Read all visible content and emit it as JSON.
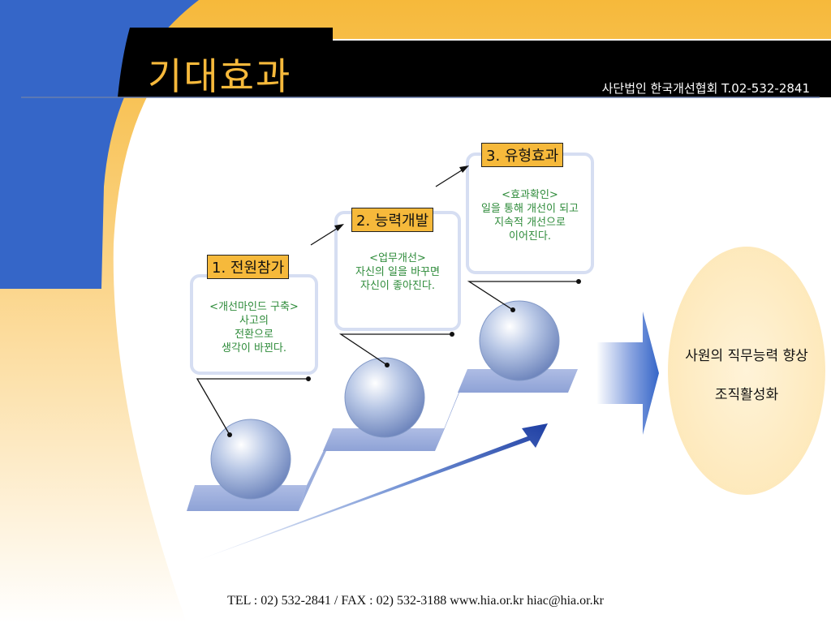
{
  "header": {
    "title": "기대효과",
    "organization": "사단법인 한국개선협회 T.02-532-2841"
  },
  "steps": [
    {
      "label": "1. 전원참가",
      "desc": [
        "<개선마인드 구축>",
        "사고의",
        "전환으로",
        "생각이 바뀐다."
      ]
    },
    {
      "label": "2. 능력개발",
      "desc": [
        "<업무개선>",
        "자신의 일을 바꾸면",
        "자신이 좋아진다."
      ]
    },
    {
      "label": "3. 유형효과",
      "desc": [
        "<효과확인>",
        "일을 통해 개선이 되고",
        "지속적 개선으로",
        "이어진다."
      ]
    }
  ],
  "result": {
    "line1": "사원의 직무능력 향상",
    "line2": "조직활성화"
  },
  "footer": {
    "contact": "TEL : 02) 532-2841 / FAX : 02) 532-3188 www.hia.or.kr  hiac@hia.or.kr"
  },
  "colors": {
    "blue": "#3566c8",
    "orange": "#f6b93b",
    "black": "#000000",
    "green_text": "#2e8b3a"
  }
}
